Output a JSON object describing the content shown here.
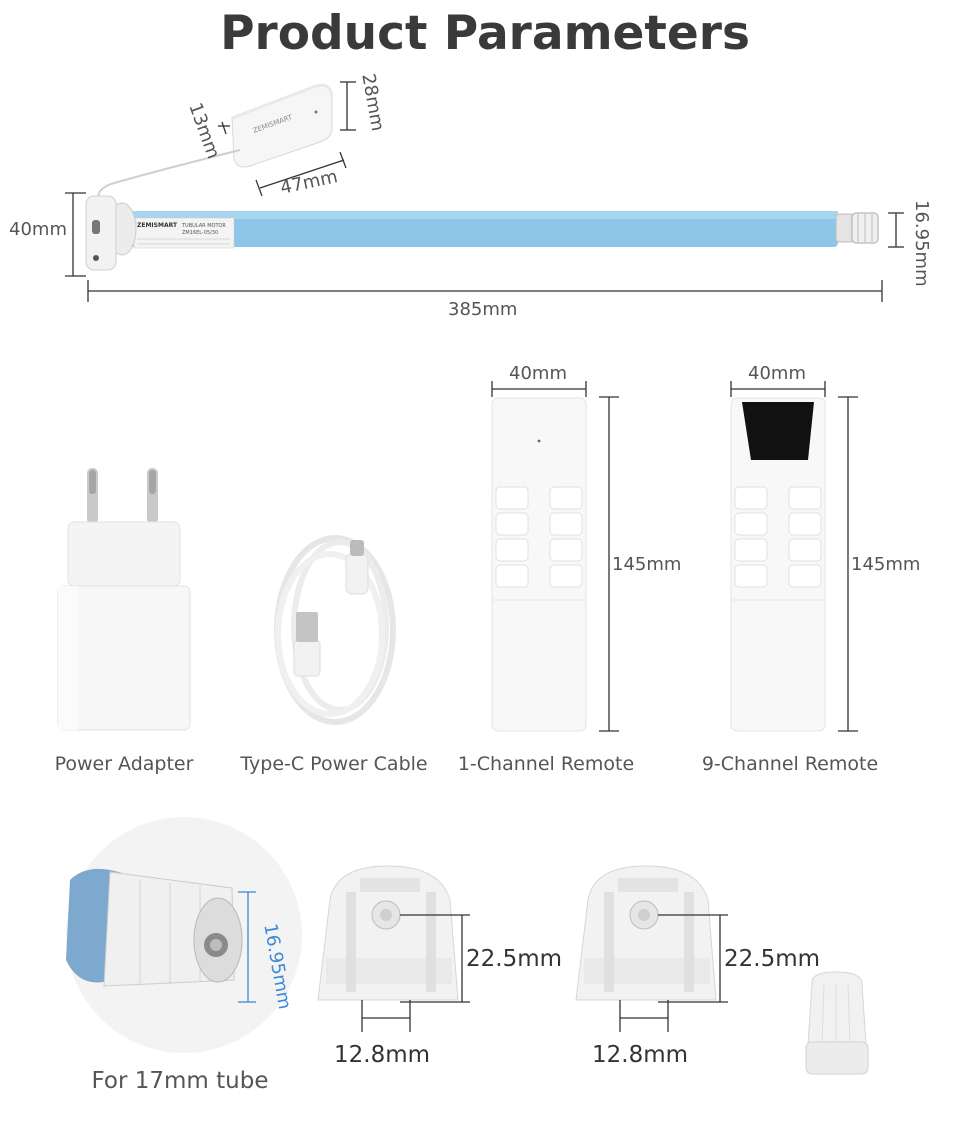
{
  "title": "Product Parameters",
  "motor": {
    "brand": "ZEMISMART",
    "label_line": "TUBULAR MOTOR",
    "model": "ZM16EL-05/30",
    "dims": {
      "height": "40mm",
      "length": "385mm",
      "end_diameter": "16.95mm",
      "receiver_height": "28mm",
      "receiver_width": "47mm",
      "receiver_depth": "13mm"
    }
  },
  "accessories": {
    "power_adapter": "Power Adapter",
    "cable": "Type-C Power Cable",
    "remote_1": {
      "name": "1-Channel Remote",
      "width": "40mm",
      "height": "145mm"
    },
    "remote_9": {
      "name": "9-Channel Remote",
      "width": "40mm",
      "height": "145mm"
    }
  },
  "bottom": {
    "tube_note": "For 17mm tube",
    "tube_dim": "16.95mm",
    "bracket_1": {
      "height": "22.5mm",
      "width": "12.8mm"
    },
    "bracket_2": {
      "height": "22.5mm",
      "width": "12.8mm"
    }
  },
  "colors": {
    "motor_blue": "#8ec6ea",
    "accent_blue": "#3a8ad8"
  }
}
